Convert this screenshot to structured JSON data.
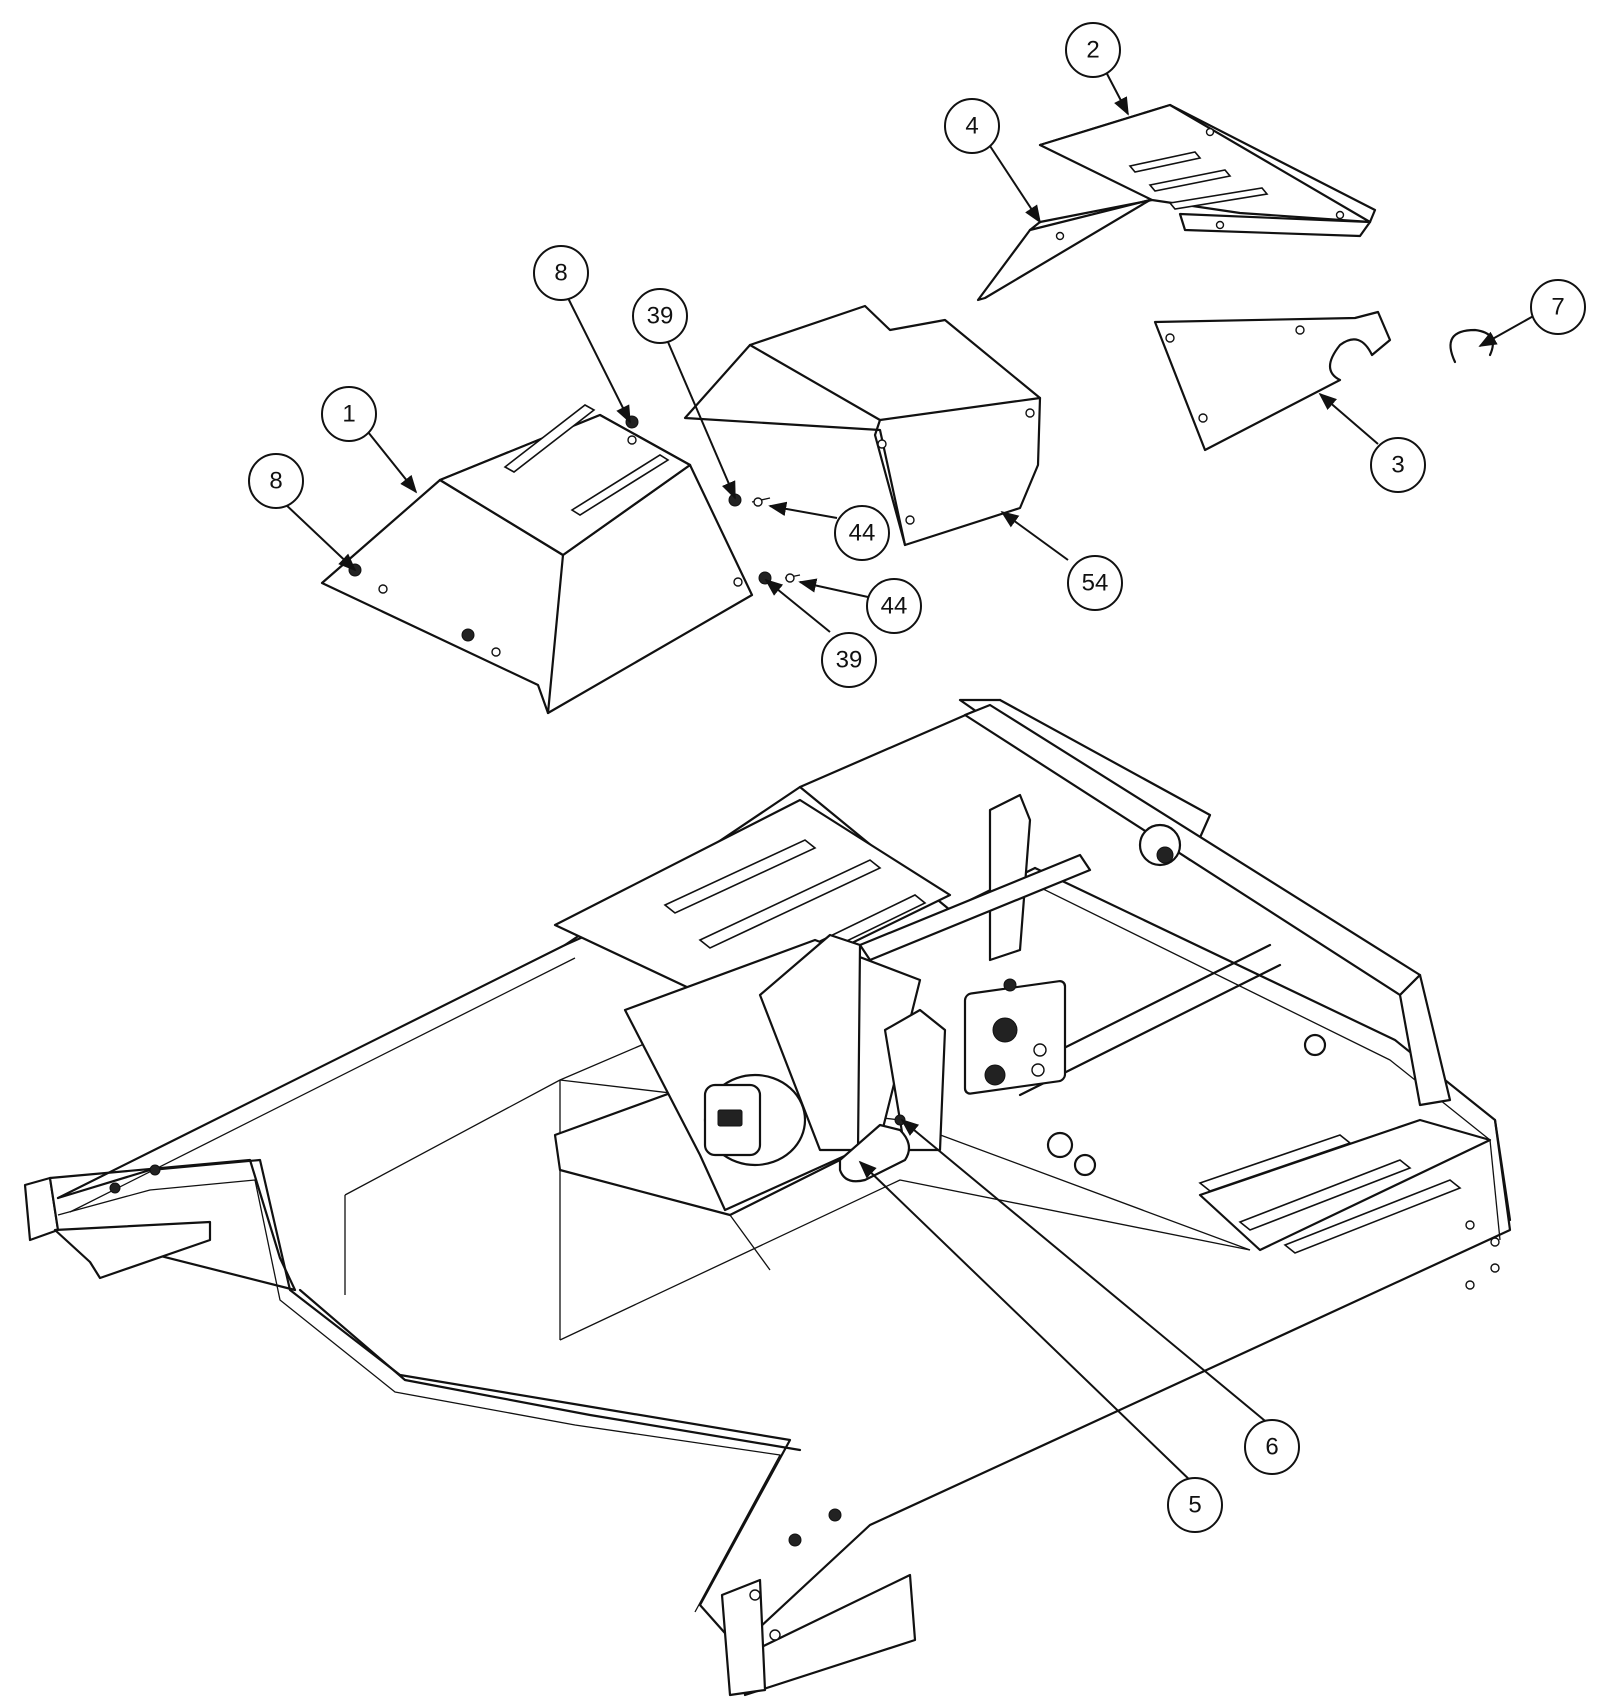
{
  "callouts": [
    {
      "id": "c1",
      "label": "1"
    },
    {
      "id": "c2",
      "label": "2"
    },
    {
      "id": "c3",
      "label": "3"
    },
    {
      "id": "c4",
      "label": "4"
    },
    {
      "id": "c5",
      "label": "5"
    },
    {
      "id": "c6",
      "label": "6"
    },
    {
      "id": "c7",
      "label": "7"
    },
    {
      "id": "c8a",
      "label": "8"
    },
    {
      "id": "c8b",
      "label": "8"
    },
    {
      "id": "c39a",
      "label": "39"
    },
    {
      "id": "c39b",
      "label": "39"
    },
    {
      "id": "c44a",
      "label": "44"
    },
    {
      "id": "c44b",
      "label": "44"
    },
    {
      "id": "c54",
      "label": "54"
    }
  ]
}
